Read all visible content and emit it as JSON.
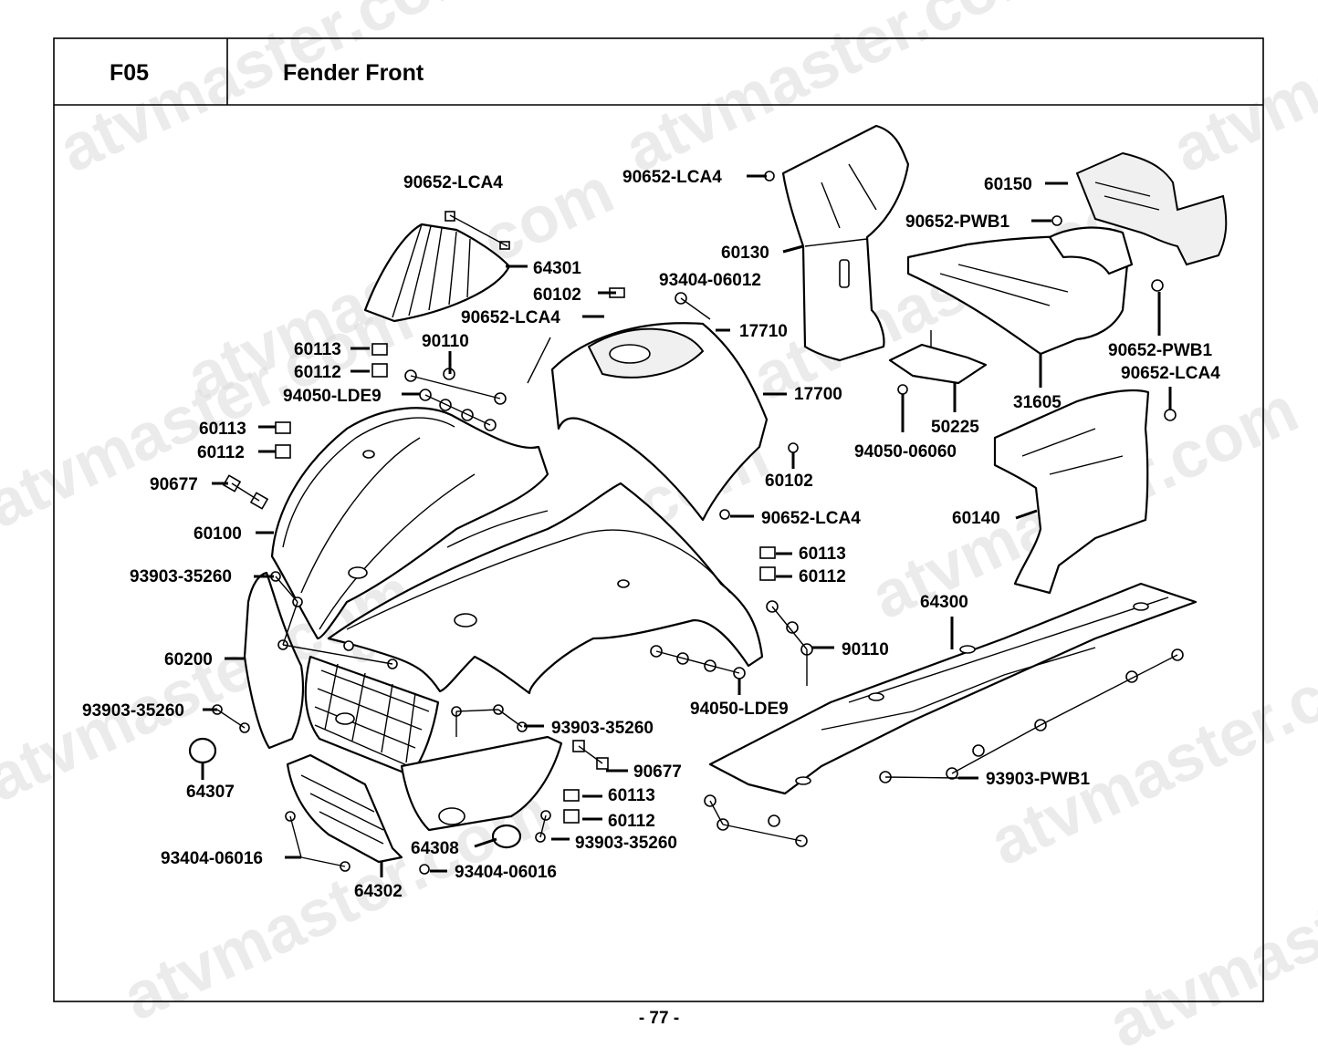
{
  "header": {
    "code": "F05",
    "title": "Fender Front"
  },
  "page_number": "- 77 -",
  "watermark": {
    "text": "atvmaster.com"
  },
  "callouts": {
    "p90652_lca4_top": "90652-LCA4",
    "p64301": "64301",
    "p60102_a": "60102",
    "p90652_lca4_mid": "90652-LCA4",
    "p60113_a": "60113",
    "p90110_a": "90110",
    "p60112_a": "60112",
    "p94050_lde9_a": "94050-LDE9",
    "p60113_b": "60113",
    "p60112_b": "60112",
    "p90677_a": "90677",
    "p60100": "60100",
    "p93903_35260_a": "93903-35260",
    "p60200": "60200",
    "p93903_35260_b": "93903-35260",
    "p64307": "64307",
    "p93404_06016_a": "93404-06016",
    "p64302": "64302",
    "p93404_06016_b": "93404-06016",
    "p64308": "64308",
    "p93903_35260_c": "93903-35260",
    "p60112_c": "60112",
    "p60113_c": "60113",
    "p90677_b": "90677",
    "p93903_35260_d": "93903-35260",
    "p94050_lde9_b": "94050-LDE9",
    "p90110_b": "90110",
    "p60112_d": "60112",
    "p60113_d": "60113",
    "p90652_lca4_low": "90652-LCA4",
    "p60102_b": "60102",
    "p17700": "17700",
    "p17710": "17710",
    "p93404_06012": "93404-06012",
    "p90652_lca4_up": "90652-LCA4",
    "p60130": "60130",
    "p60150": "60150",
    "p90652_pwb1_a": "90652-PWB1",
    "p90652_pwb1_b": "90652-PWB1",
    "p90652_lca4_right": "90652-LCA4",
    "p31605": "31605",
    "p50225": "50225",
    "p94050_06060": "94050-06060",
    "p60140": "60140",
    "p64300": "64300",
    "p93903_pwb1": "93903-PWB1"
  }
}
